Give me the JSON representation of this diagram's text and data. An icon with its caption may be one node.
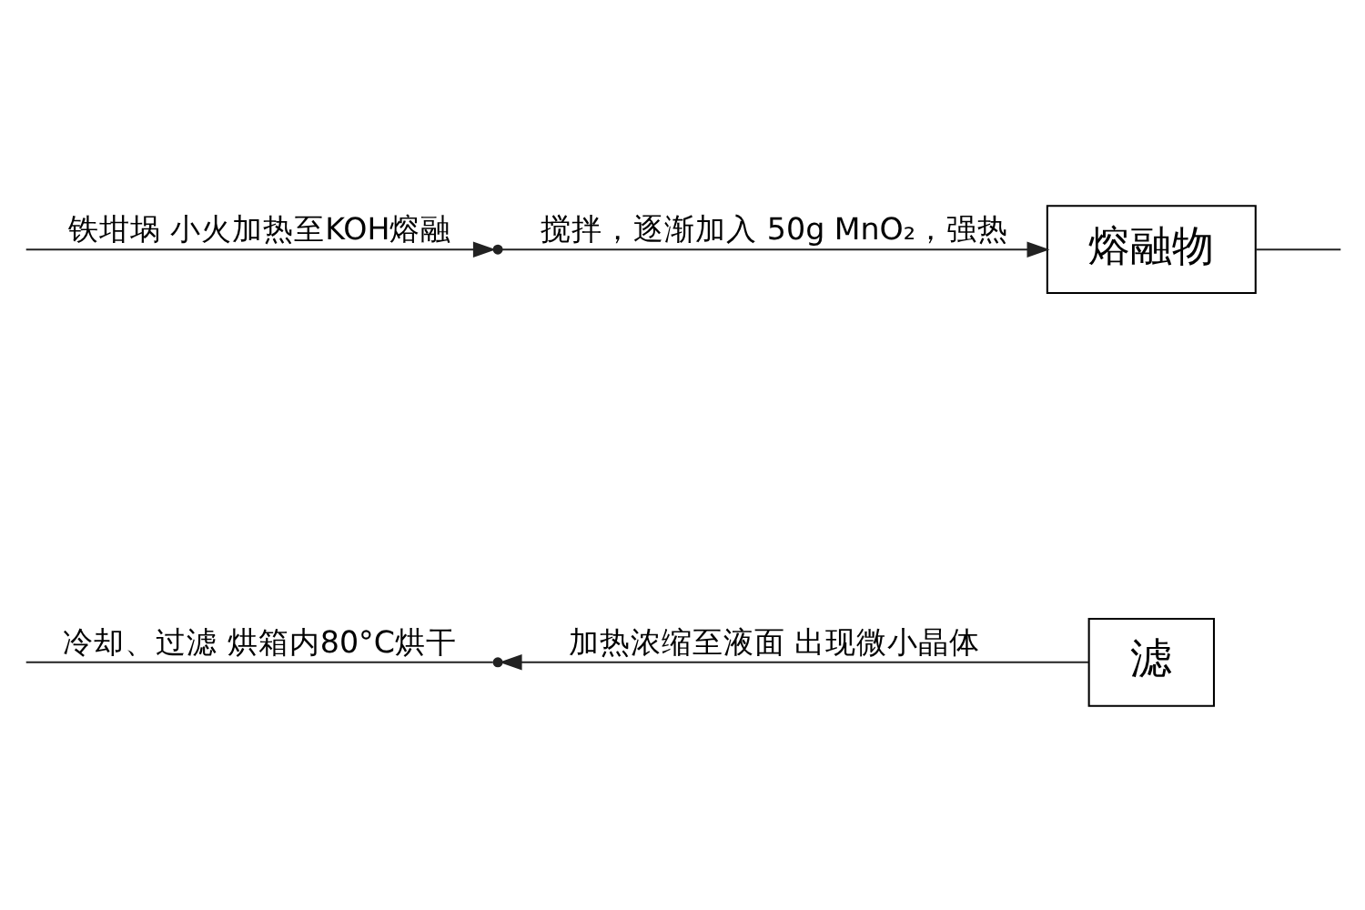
{
  "diagram": {
    "nodes": [
      {
        "text": [],
        "shape": "point"
      },
      {
        "text": [
          "熔融物"
        ]
      },
      {
        "text": [],
        "shape": "point"
      },
      {
        "text": [
          "滤"
        ]
      }
    ],
    "edges": [
      {
        "from": null,
        "to": 0,
        "arrow": "to",
        "label": "铁坩埚 小火加热至KOH熔融"
      },
      {
        "from": 0,
        "to": 1,
        "arrow": "to",
        "label": "搅拌，逐渐加入 50g MnO₂，强热"
      },
      {
        "from": 1,
        "to": null,
        "arrow": "none"
      },
      {
        "from": 3,
        "to": 2,
        "arrow": "to",
        "label": "加热浓缩至液面 出现微小晶体"
      },
      {
        "from": 2,
        "to": null,
        "arrow": "none",
        "label": "冷却、过滤 烘箱内80°C烘干"
      }
    ]
  }
}
